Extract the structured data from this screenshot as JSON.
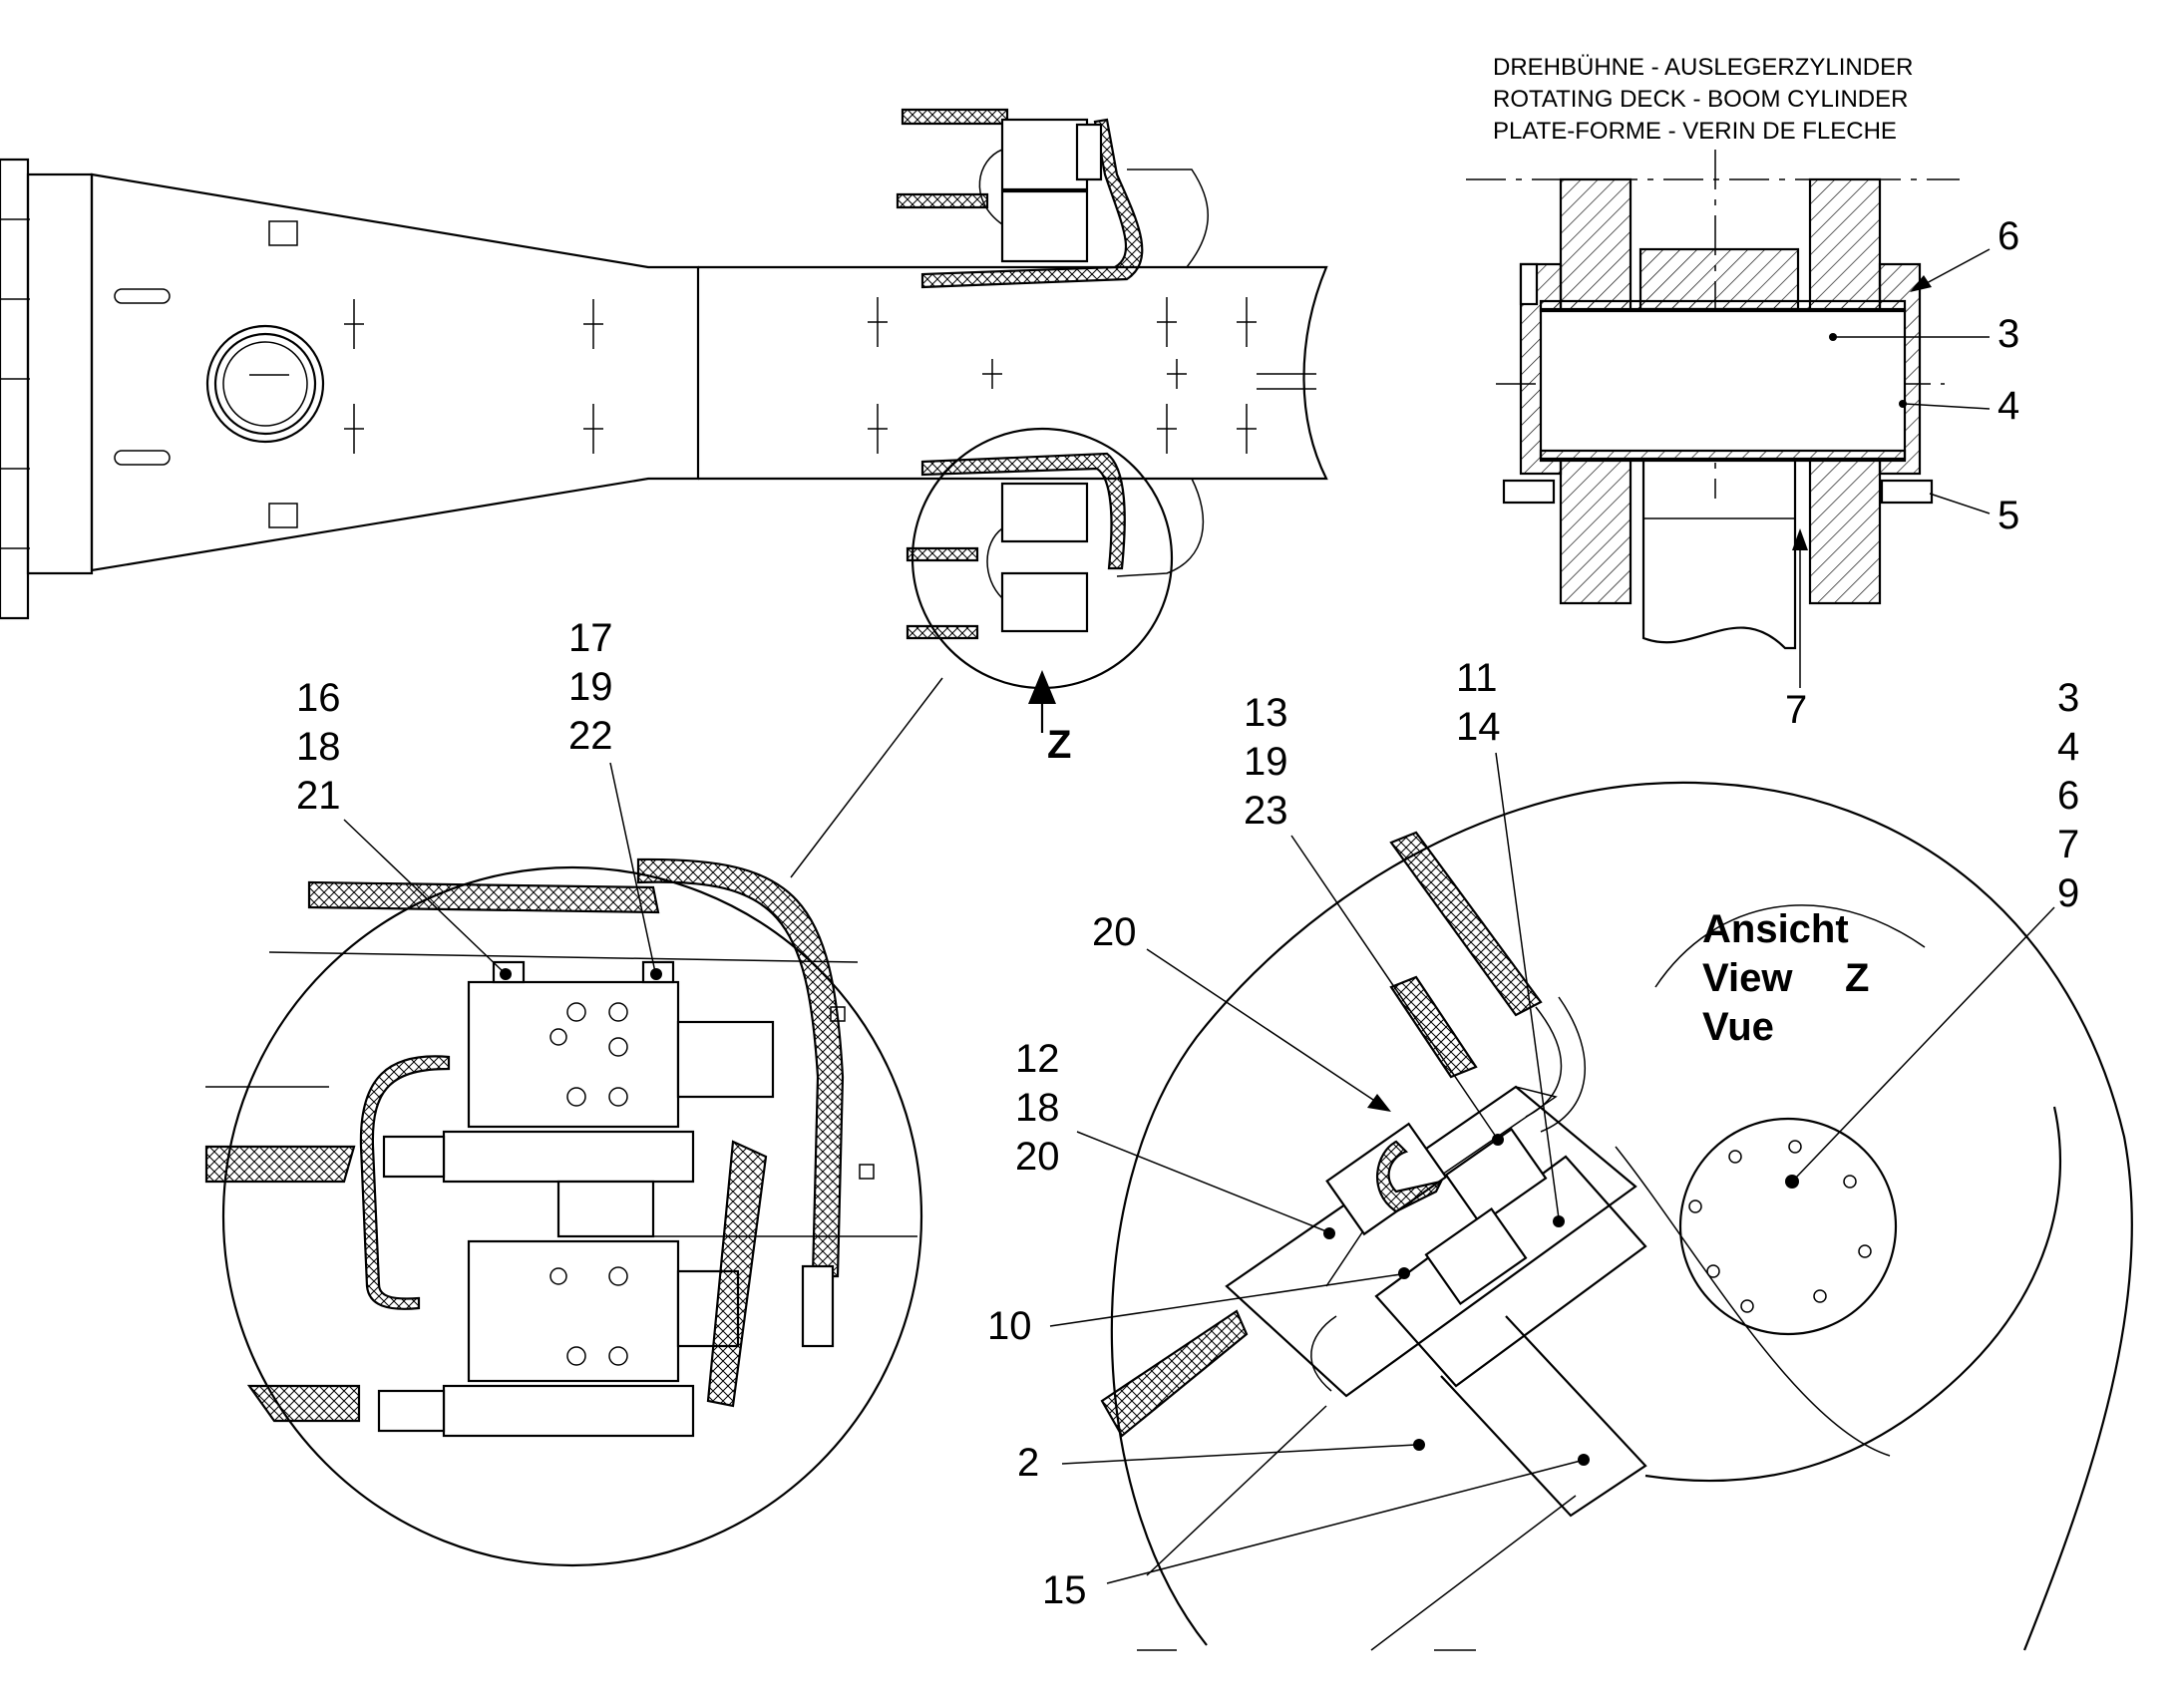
{
  "title": {
    "de": "DREHBÜHNE - AUSLEGERZYLINDER",
    "en": "ROTATING DECK - BOOM CYLINDER",
    "fr": "PLATE-FORME - VERIN DE FLECHE"
  },
  "view_marker": "Z",
  "view_label": {
    "de": "Ansicht",
    "en": "View",
    "letter": "Z",
    "fr": "Vue"
  },
  "callouts": {
    "section": [
      "6",
      "3",
      "4",
      "5",
      "7"
    ],
    "detail_left": {
      "group_a": [
        "16",
        "18",
        "21"
      ],
      "group_b": [
        "17",
        "19",
        "22"
      ]
    },
    "detail_right": {
      "group_c": [
        "13",
        "19",
        "23"
      ],
      "group_d": [
        "11",
        "14"
      ],
      "group_e": [
        "3",
        "4",
        "6",
        "7",
        "9"
      ],
      "group_f": [
        "12",
        "18",
        "20"
      ],
      "single_20": "20",
      "single_10": "10",
      "single_2": "2",
      "single_15": "15"
    }
  }
}
